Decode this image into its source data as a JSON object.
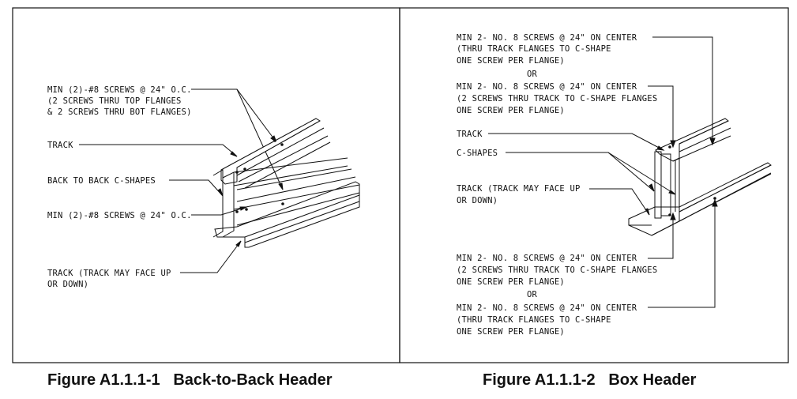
{
  "figure1": {
    "caption_number": "Figure A1.1.1-1",
    "caption_title": "Back-to-Back Header",
    "labels": {
      "screws_top_line1": "MIN (2)-#8 SCREWS @ 24\" O.C.",
      "screws_top_line2": "(2 SCREWS THRU TOP FLANGES",
      "screws_top_line3": "& 2 SCREWS THRU BOT FLANGES)",
      "track": "TRACK",
      "c_shapes": "BACK TO BACK C-SHAPES",
      "screws_mid": "MIN (2)-#8 SCREWS @ 24\" O.C.",
      "track_bottom_line1": "TRACK (TRACK MAY FACE UP",
      "track_bottom_line2": "OR DOWN)"
    }
  },
  "figure2": {
    "caption_number": "Figure A1.1.1-2",
    "caption_title": "Box Header",
    "labels": {
      "top_a_line1": "MIN 2- NO. 8 SCREWS @ 24\" ON CENTER",
      "top_a_line2": "(THRU TRACK FLANGES TO C-SHAPE",
      "top_a_line3": "ONE SCREW PER FLANGE)",
      "top_or": "OR",
      "top_b_line1": "MIN 2- NO. 8 SCREWS @ 24\" ON CENTER",
      "top_b_line2": "(2 SCREWS THRU TRACK TO C-SHAPE FLANGES",
      "top_b_line3": "ONE SCREW PER FLANGE)",
      "track": "TRACK",
      "c_shapes": "C-SHAPES",
      "track_side_line1": "TRACK (TRACK MAY FACE UP",
      "track_side_line2": "OR DOWN)",
      "bot_a_line1": "MIN 2- NO. 8 SCREWS @ 24\" ON CENTER",
      "bot_a_line2": "(2 SCREWS THRU TRACK TO C-SHAPE FLANGES",
      "bot_a_line3": "ONE SCREW PER FLANGE)",
      "bot_or": "OR",
      "bot_b_line1": "MIN 2- NO. 8 SCREWS @ 24\" ON CENTER",
      "bot_b_line2": "(THRU TRACK FLANGES TO C-SHAPE",
      "bot_b_line3": "ONE SCREW PER FLANGE)"
    }
  }
}
